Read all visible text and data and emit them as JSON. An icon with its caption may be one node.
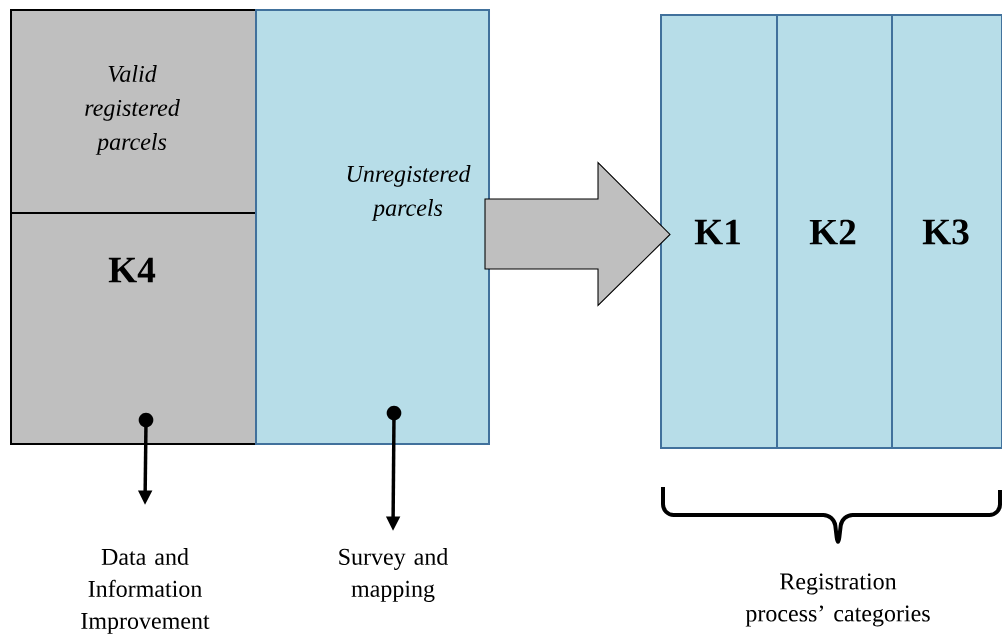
{
  "diagram": {
    "nodes": [
      {
        "text": [
          "Valid registered parcels"
        ]
      },
      {
        "text": [
          "K4"
        ]
      },
      {
        "text": [
          "Unregistered parcels"
        ]
      },
      {
        "text": [
          "K1"
        ]
      },
      {
        "text": [
          "K2"
        ]
      },
      {
        "text": [
          "K3"
        ]
      },
      {
        "text": [
          "Data and Information Improvement"
        ]
      },
      {
        "text": [
          "Survey and mapping"
        ]
      }
    ],
    "edges": [
      {
        "from": 1,
        "to": 6,
        "arrow": "to"
      },
      {
        "from": 2,
        "to": 7,
        "arrow": "to"
      },
      {
        "from": 2,
        "to": 3,
        "arrow": "to"
      }
    ],
    "labels": [
      "Registration process’ categories"
    ]
  }
}
